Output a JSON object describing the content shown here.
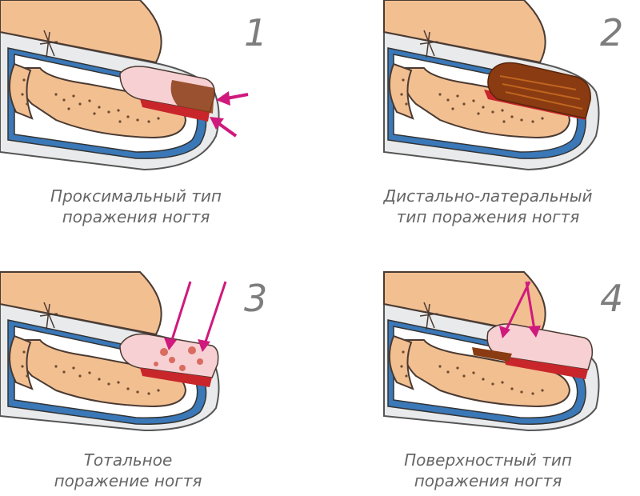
{
  "panels": [
    {
      "number": "1",
      "caption": [
        "Проксимальный тип",
        "поражения ногтя"
      ]
    },
    {
      "number": "2",
      "caption": [
        "Дистально-латеральный",
        "тип поражения ногтя"
      ]
    },
    {
      "number": "3",
      "caption": [
        "Тотальное",
        "поражение ногтя"
      ]
    },
    {
      "number": "4",
      "caption": [
        "Поверхностный тип",
        "поражения ногтя"
      ]
    }
  ],
  "colors": {
    "skin": "#f2bf91",
    "skin_outline": "#4a3a32",
    "blue_band": "#3a78b8",
    "nail_pink": "#f7d0d3",
    "nail_bed_red": "#c8262b",
    "infection_brown": "#8a3b12",
    "arrow_magenta": "#d0197c",
    "bone_dots": "#6b4a30"
  }
}
